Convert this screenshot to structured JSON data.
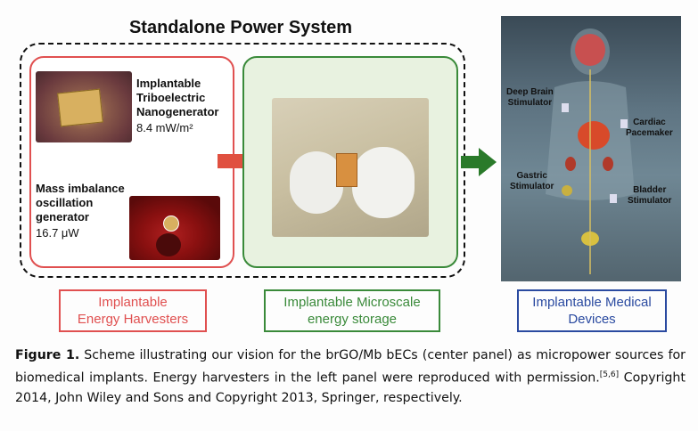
{
  "title": "Standalone Power System",
  "left_panel": {
    "teng_line1": "Implantable",
    "teng_line2": "Triboelectric",
    "teng_line3": "Nanogenerator",
    "teng_value": "8.4 mW/m²",
    "mass_line1": "Mass imbalance",
    "mass_line2": "oscillation",
    "mass_line3": "generator",
    "mass_value": "16.7 μW"
  },
  "organ_labels": {
    "deep_brain": "Deep Brain\nStimulator",
    "cardiac": "Cardiac\nPacemaker",
    "gastric": "Gastric\nStimulator",
    "bladder": "Bladder\nStimulator"
  },
  "boxes": {
    "harvesters_line1": "Implantable",
    "harvesters_line2": "Energy Harvesters",
    "storage_line1": "Implantable Microscale",
    "storage_line2": "energy storage",
    "devices_line1": "Implantable Medical",
    "devices_line2": "Devices"
  },
  "caption": {
    "label": "Figure 1.",
    "text1": " Scheme illustrating our vision for the brGO/Mb bECs (center panel) as micropower sources for biomedical implants. Energy harvesters in the left panel were reproduced with permission.",
    "refs": "[5,6]",
    "text2": " Copyright 2014, John Wiley and Sons and Copyright 2013, Springer, respectively."
  },
  "colors": {
    "red": "#e05050",
    "green": "#3a8a3a",
    "blue": "#2a4aa0"
  }
}
